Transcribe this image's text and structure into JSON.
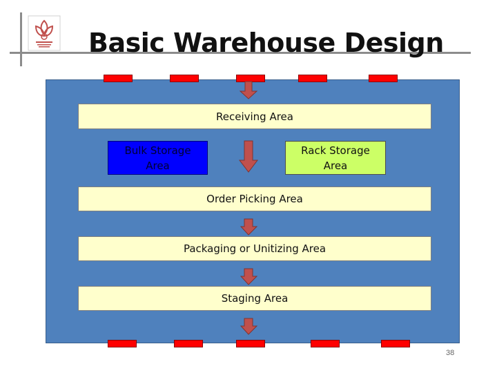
{
  "slide": {
    "title": "Basic Warehouse Design",
    "page_number": "38"
  },
  "diagram": {
    "areas": {
      "receiving": "Receiving Area",
      "bulk_storage_line1": "Bulk Storage",
      "bulk_storage_line2": "Area",
      "rack_storage_line1": "Rack Storage",
      "rack_storage_line2": "Area",
      "order_picking": "Order Picking Area",
      "packaging": "Packaging or Unitizing Area",
      "staging": "Staging Area"
    },
    "colors": {
      "floor": "#4f81bd",
      "area_fill": "#ffffcc",
      "bulk_fill": "#0000ff",
      "rack_fill": "#ccff66",
      "dock": "#ff0000",
      "arrow": "#c0504d"
    }
  }
}
